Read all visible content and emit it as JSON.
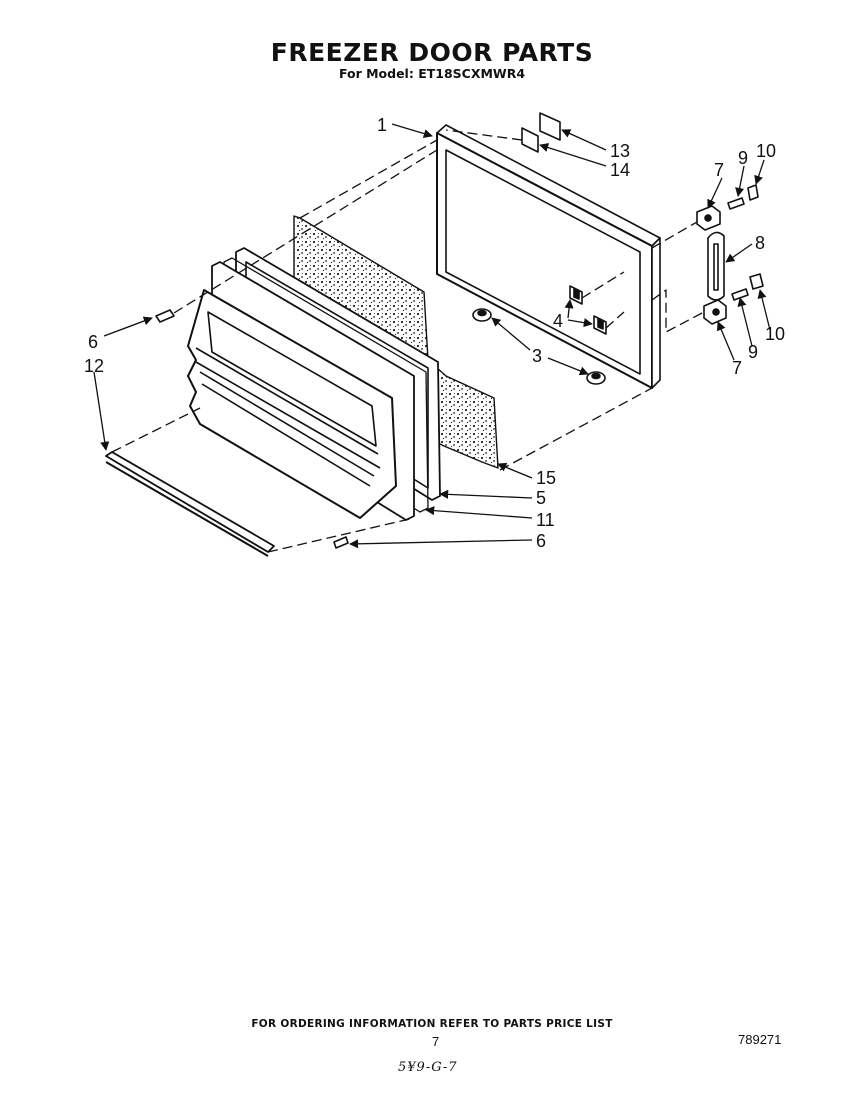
{
  "header": {
    "title": "FREEZER DOOR PARTS",
    "model_line": "For Model: ET18SCXMWR4"
  },
  "callouts": [
    {
      "id": "c1",
      "text": "1"
    },
    {
      "id": "c13",
      "text": "13"
    },
    {
      "id": "c14",
      "text": "14"
    },
    {
      "id": "c7a",
      "text": "7"
    },
    {
      "id": "c9a",
      "text": "9"
    },
    {
      "id": "c10a",
      "text": "10"
    },
    {
      "id": "c8",
      "text": "8"
    },
    {
      "id": "c4",
      "text": "4"
    },
    {
      "id": "c3",
      "text": "3"
    },
    {
      "id": "c10b",
      "text": "10"
    },
    {
      "id": "c9b",
      "text": "9"
    },
    {
      "id": "c7b",
      "text": "7"
    },
    {
      "id": "c6a",
      "text": "6"
    },
    {
      "id": "c12",
      "text": "12"
    },
    {
      "id": "c15",
      "text": "15"
    },
    {
      "id": "c5",
      "text": "5"
    },
    {
      "id": "c11",
      "text": "11"
    },
    {
      "id": "c6b",
      "text": "6"
    }
  ],
  "footer": {
    "note": "FOR ORDERING INFORMATION REFER TO PARTS PRICE LIST",
    "page_number": "7",
    "document_number": "789271",
    "handwritten_code": "5¥9-G-7"
  },
  "colors": {
    "ink": "#111111",
    "paper": "#ffffff"
  }
}
